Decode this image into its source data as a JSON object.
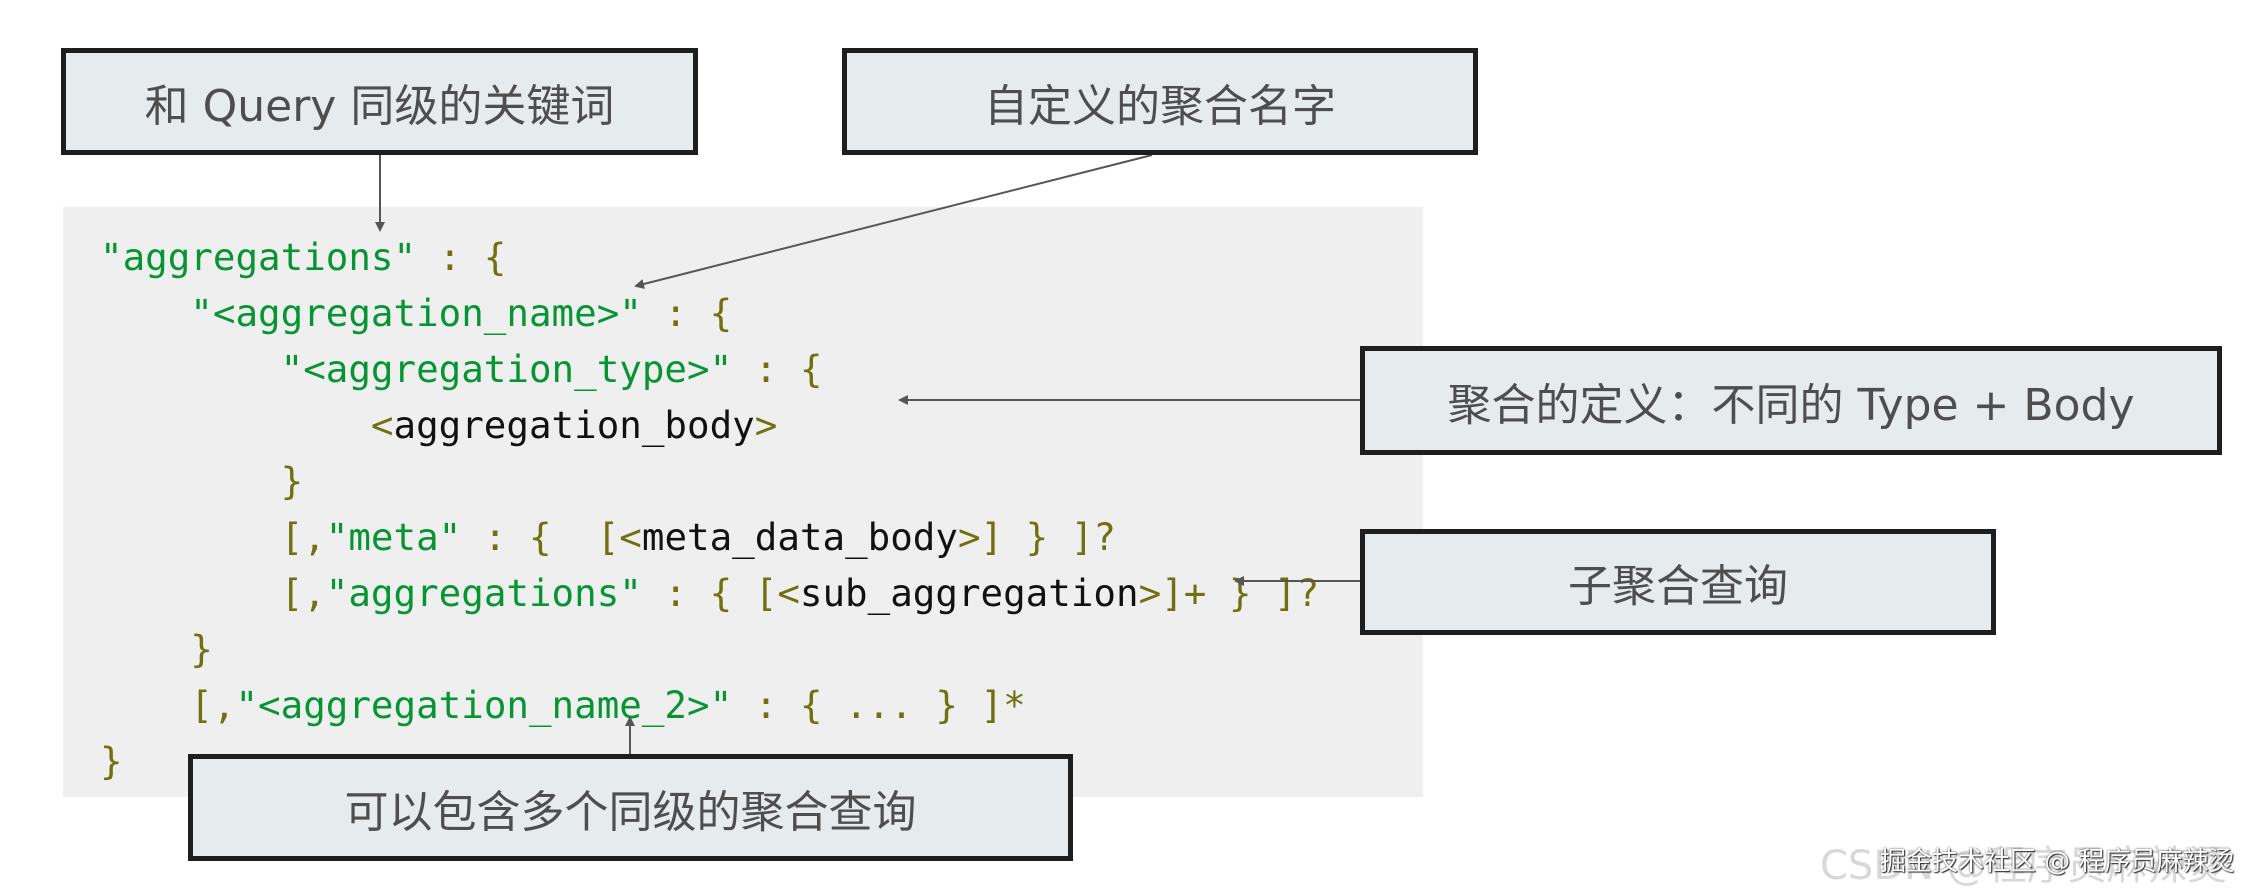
{
  "code": {
    "lines": [
      {
        "tokens": [
          {
            "t": "\"aggregations\"",
            "c": "str"
          },
          {
            "t": " : {",
            "c": "punc"
          }
        ]
      },
      {
        "tokens": [
          {
            "t": "    \"<aggregation_name>\"",
            "c": "str"
          },
          {
            "t": " : {",
            "c": "punc"
          }
        ]
      },
      {
        "tokens": [
          {
            "t": "        \"<aggregation_type>\"",
            "c": "str"
          },
          {
            "t": " : {",
            "c": "punc"
          }
        ]
      },
      {
        "tokens": [
          {
            "t": "            <",
            "c": "punc"
          },
          {
            "t": "aggregation_body",
            "c": "plain"
          },
          {
            "t": ">",
            "c": "punc"
          }
        ]
      },
      {
        "tokens": [
          {
            "t": "        }",
            "c": "punc"
          }
        ]
      },
      {
        "tokens": [
          {
            "t": "        [,",
            "c": "punc"
          },
          {
            "t": "\"meta\"",
            "c": "str"
          },
          {
            "t": " : {  [<",
            "c": "punc"
          },
          {
            "t": "meta_data_body",
            "c": "plain"
          },
          {
            "t": ">] } ]?",
            "c": "punc"
          }
        ]
      },
      {
        "tokens": [
          {
            "t": "        [,",
            "c": "punc"
          },
          {
            "t": "\"aggregations\"",
            "c": "str"
          },
          {
            "t": " : { [<",
            "c": "punc"
          },
          {
            "t": "sub_aggregation",
            "c": "plain"
          },
          {
            "t": ">]+ } ]?",
            "c": "punc"
          }
        ]
      },
      {
        "tokens": [
          {
            "t": "    }",
            "c": "punc"
          }
        ]
      },
      {
        "tokens": [
          {
            "t": "    [,",
            "c": "punc"
          },
          {
            "t": "\"<aggregation_name_2>\"",
            "c": "str"
          },
          {
            "t": " : { ... } ]*",
            "c": "punc"
          }
        ]
      },
      {
        "tokens": [
          {
            "t": "}",
            "c": "punc"
          }
        ]
      }
    ]
  },
  "labels": {
    "query_keyword": "和 Query 同级的关键词",
    "custom_name": "自定义的聚合名字",
    "definition": "聚合的定义：不同的 Type + Body",
    "sub_aggregation": "子聚合查询",
    "multiple": "可以包含多个同级的聚合查询"
  },
  "watermark": {
    "text": "掘金技术社区 @ 程序员麻辣烫",
    "faded": "CSDN @程序员麻辣烫"
  },
  "colors": {
    "string": "#079433",
    "punctuation": "#707010",
    "text": "#111111",
    "box_fill": "#e6ebed",
    "box_border": "#1e1e1e",
    "arrow": "#555555"
  }
}
